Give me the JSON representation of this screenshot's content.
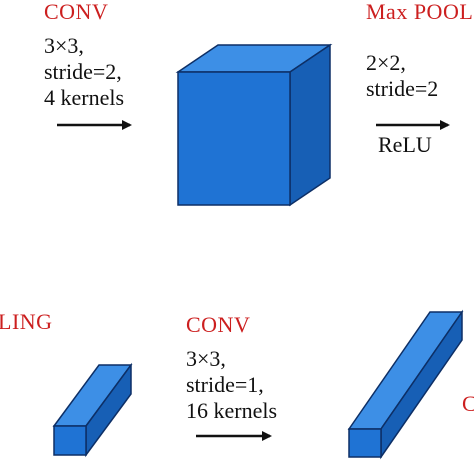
{
  "colors": {
    "label": "#cc1f1f",
    "text": "#111111",
    "cube_front": "#1f73d4",
    "cube_top": "#3d8fe6",
    "cube_side": "#175fb5",
    "cube_edge": "#0d2f66"
  },
  "top_row": {
    "conv_title": "CONV",
    "conv_params": [
      "3×3,",
      "stride=2,",
      "4 kernels"
    ],
    "pool_title": "Max POOL",
    "pool_params": [
      "2×2,",
      "stride=2"
    ],
    "activation": "ReLU"
  },
  "bottom_row": {
    "pool_title_partial": "LING",
    "conv_title": "CONV",
    "conv_params": [
      "3×3,",
      "stride=1,",
      "16 kernels"
    ],
    "right_title_partial": "C"
  }
}
